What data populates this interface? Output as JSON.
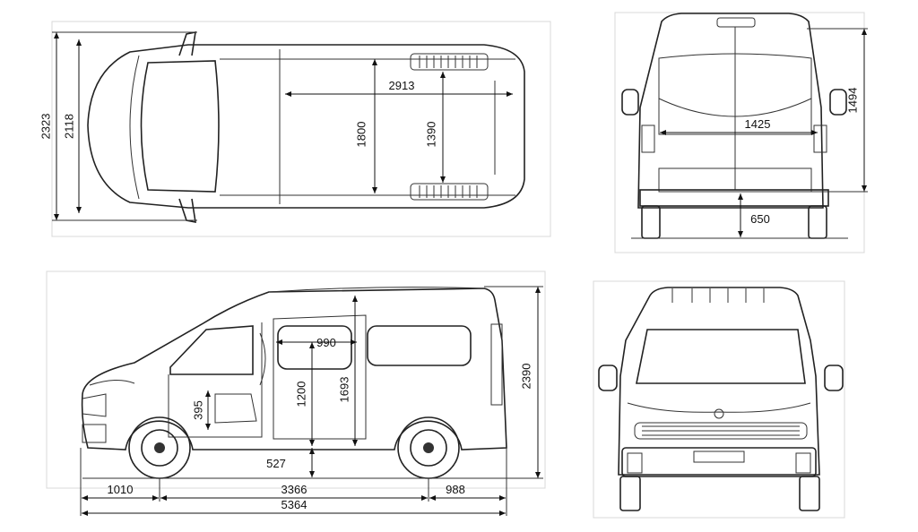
{
  "views": {
    "top": {
      "overall_width": "2323",
      "body_width": "2118",
      "cargo_length": "2913",
      "cargo_width": "1800",
      "between_arches": "1390"
    },
    "rear": {
      "door_height": "1494",
      "door_width": "1425",
      "load_height": "650"
    },
    "side": {
      "door_width": "990",
      "step_height": "395",
      "door_height": "1200",
      "interior_height": "1693",
      "overall_height": "2390",
      "ground_clearance": "527",
      "front_overhang": "1010",
      "wheelbase": "3366",
      "rear_overhang": "988",
      "overall_length": "5364"
    }
  }
}
